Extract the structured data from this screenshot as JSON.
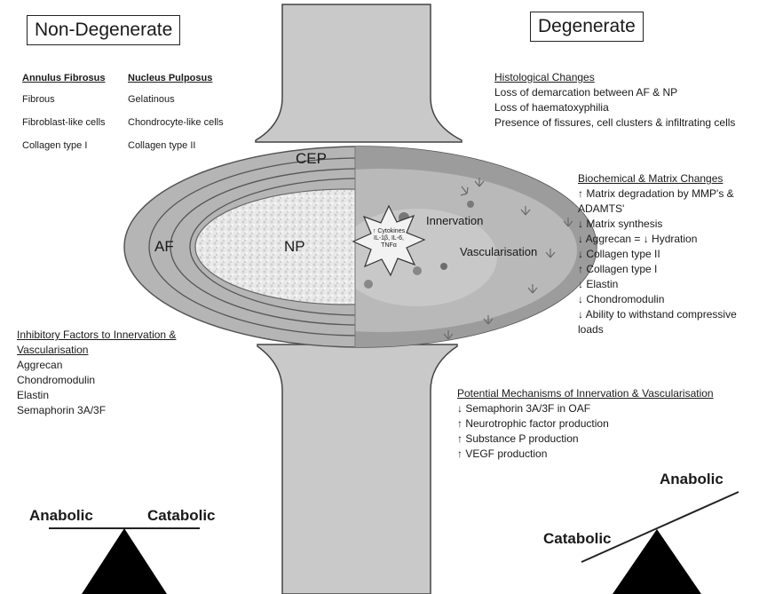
{
  "titles": {
    "left": "Non-Degenerate",
    "right": "Degenerate"
  },
  "annulus": {
    "heading": "Annulus Fibrosus",
    "items": [
      "Fibrous",
      "Fibroblast-like cells",
      "Collagen type I"
    ]
  },
  "nucleus": {
    "heading": "Nucleus Pulposus",
    "items": [
      "Gelatinous",
      "Chondrocyte-like cells",
      "Collagen type II"
    ]
  },
  "histological": {
    "heading": "Histological Changes",
    "items": [
      "Loss of demarcation between AF & NP",
      "Loss of haematoxyphilia",
      "Presence of fissures, cell clusters & infiltrating cells"
    ]
  },
  "biochemical": {
    "heading": "Biochemical & Matrix Changes",
    "items": [
      "↑ Matrix degradation by MMP's &",
      "ADAMTS'",
      "↓ Matrix synthesis",
      "↓ Aggrecan = ↓ Hydration",
      "↓ Collagen type II",
      "↑ Collagen type I",
      "↓ Elastin",
      "↓ Chondromodulin",
      "↓ Ability to withstand compressive",
      "loads"
    ]
  },
  "inhibitory": {
    "heading_line1": "Inhibitory Factors to Innervation &",
    "heading_line2": "Vascularisation",
    "items": [
      "Aggrecan",
      "Chondromodulin",
      "Elastin",
      "Semaphorin 3A/3F"
    ]
  },
  "mechanisms": {
    "heading": "Potential Mechanisms of Innervation & Vascularisation",
    "items": [
      "↓ Semaphorin 3A/3F in OAF",
      "↑ Neurotrophic factor production",
      "↑ Substance P production",
      "↑ VEGF production"
    ]
  },
  "labels": {
    "cep": "CEP",
    "af": "AF",
    "np": "NP",
    "innervation": "Innervation",
    "vascularisation": "Vascularisation",
    "cytokines_line1": "↑ Cytokines",
    "cytokines_line2": "IL-1β, IL-6,",
    "cytokines_line3": "TNFα"
  },
  "balance_left": {
    "anabolic": "Anabolic",
    "catabolic": "Catabolic"
  },
  "balance_right": {
    "anabolic": "Anabolic",
    "catabolic": "Catabolic"
  }
}
